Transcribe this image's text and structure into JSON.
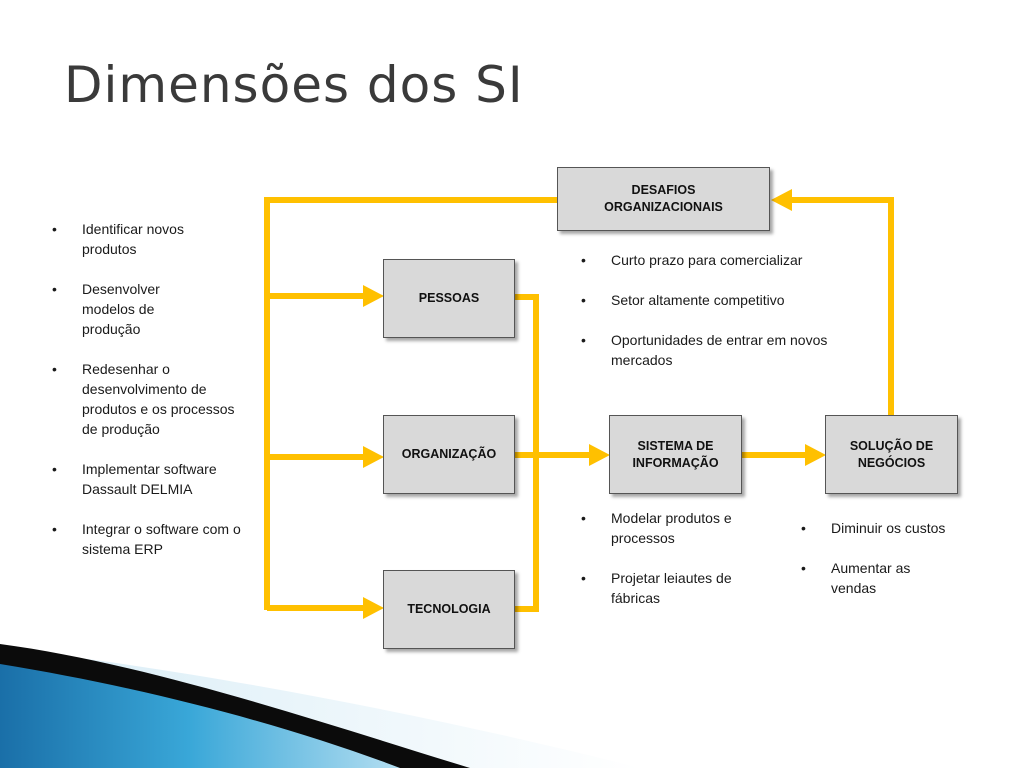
{
  "title": "Dimensões dos SI",
  "boxes": {
    "desafios": "DESAFIOS\nORGANIZACIONAIS",
    "pessoas": "PESSOAS",
    "organizacao": "ORGANIZAÇÃO",
    "tecnologia": "TECNOLOGIA",
    "sistema": "SISTEMA DE\nINFORMAÇÃO",
    "solucao": "SOLUÇÃO DE\nNEGÓCIOS"
  },
  "left_list": [
    "Identificar novos produtos",
    "Desenvolver modelos de produção",
    "Redesenhar o desenvolvimento de produtos e os processos de produção",
    "Implementar software Dassault DELMIA",
    "Integrar o software com o sistema ERP"
  ],
  "desafios_list": [
    "Curto prazo para comercializar",
    "Setor altamente competitivo",
    "Oportunidades de entrar em novos mercados"
  ],
  "sistema_list": [
    "Modelar produtos e processos",
    "Projetar leiautes de fábricas"
  ],
  "solucao_list": [
    "Diminuir os custos",
    "Aumentar as vendas"
  ],
  "colors": {
    "arrow": "#ffc000",
    "box_fill": "#d9d9d9",
    "title": "#3a3a3a",
    "swoosh_dark": "#0b0b0b",
    "swoosh_blue": "#2a8fc6"
  }
}
